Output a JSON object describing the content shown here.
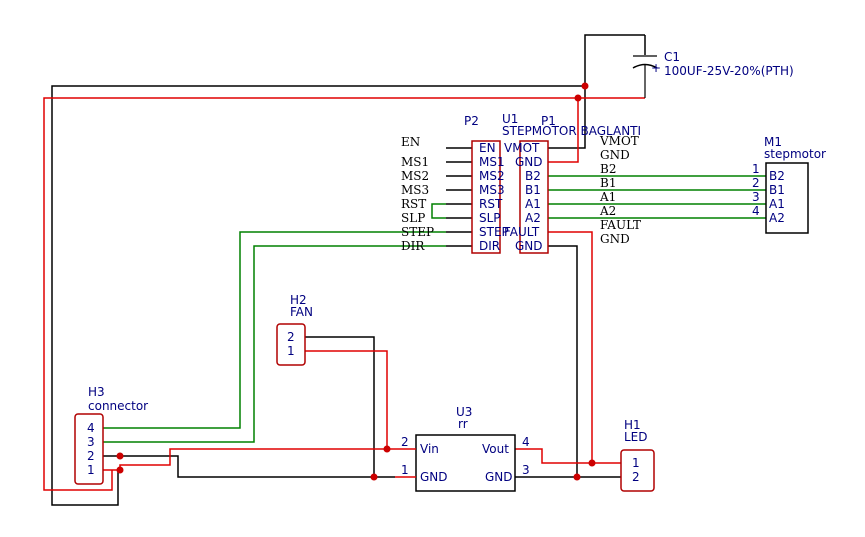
{
  "colors": {
    "wire_black": "#000000",
    "wire_red": "#e00000",
    "wire_green": "#008000",
    "text_blue": "#000080",
    "junction": "#cc0000"
  },
  "c1": {
    "ref": "C1",
    "value": "100UF-25V-20%(PTH)",
    "plus": "+"
  },
  "u1": {
    "ref": "U1",
    "value": "STEPMOTOR BAGLANTI"
  },
  "p2": {
    "ref": "P2",
    "pins": [
      "EN",
      "MS1",
      "MS2",
      "MS3",
      "RST",
      "SLP",
      "STEP",
      "DIR"
    ]
  },
  "p1": {
    "ref": "P1",
    "pins": [
      "VMOT",
      "GND",
      "B2",
      "B1",
      "A1",
      "A2",
      "FAULT",
      "GND"
    ]
  },
  "left_net_labels": [
    "EN",
    "MS1",
    "MS2",
    "MS3",
    "RST",
    "SLP",
    "STEP",
    "DIR"
  ],
  "right_net_labels": [
    "VMOT",
    "GND",
    "B2",
    "B1",
    "A1",
    "A2",
    "FAULT",
    "GND"
  ],
  "m1": {
    "ref": "M1",
    "value": "stepmotor",
    "pin_numbers": [
      "1",
      "2",
      "3",
      "4"
    ],
    "pin_names": [
      "B2",
      "B1",
      "A1",
      "A2"
    ]
  },
  "h2": {
    "ref": "H2",
    "value": "FAN",
    "pins": [
      "2",
      "1"
    ]
  },
  "h3": {
    "ref": "H3",
    "value": "connector",
    "pins": [
      "4",
      "3",
      "2",
      "1"
    ]
  },
  "u3": {
    "ref": "U3",
    "value": "rr",
    "pin_vin_num": "2",
    "pin_vin": "Vin",
    "pin_gnd_num": "1",
    "pin_gnd": "GND",
    "pin_vout_num": "4",
    "pin_vout": "Vout",
    "pin_gnd2_num": "3",
    "pin_gnd2": "GND"
  },
  "h1": {
    "ref": "H1",
    "value": "LED",
    "pins": [
      "1",
      "2"
    ]
  }
}
